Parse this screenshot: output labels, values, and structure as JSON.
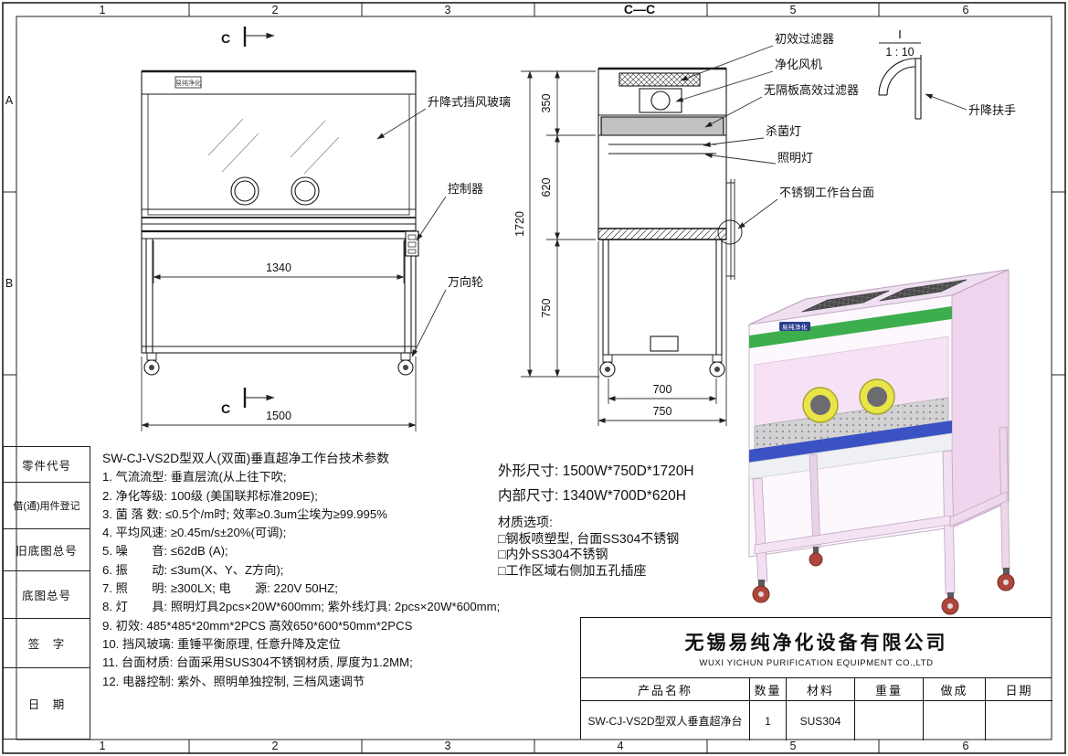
{
  "sheet": {
    "zones_top": [
      "1",
      "2",
      "3",
      "5",
      "6"
    ],
    "zones_bottom": [
      "1",
      "2",
      "3",
      "4",
      "5",
      "6"
    ],
    "zones_left": [
      "A",
      "B"
    ],
    "margin_blocks": [
      "零件代号",
      "借(通)用件登记",
      "旧底图总号",
      "底图总号",
      "签　字",
      "日　期"
    ]
  },
  "views": {
    "front": {
      "section_mark": "C",
      "dim_inner_width": "1340",
      "dim_overall_width": "1500",
      "callout_glass": "升降式挡风玻璃",
      "callout_controller": "控制器",
      "callout_caster": "万向轮",
      "logo": "易纯净化"
    },
    "side": {
      "section_label": "C—C",
      "dim_top": "350",
      "dim_mid": "620",
      "dim_bottom": "750",
      "dim_total": "1720",
      "dim_depth_inner": "700",
      "dim_depth_outer": "750",
      "callout_prefilter": "初效过滤器",
      "callout_fan": "净化风机",
      "callout_hepa": "无隔板高效过滤器",
      "callout_uv": "杀菌灯",
      "callout_light": "照明灯",
      "callout_worktop": "不锈钢工作台台面"
    },
    "detail": {
      "label": "Ⅰ",
      "scale": "1 : 10",
      "callout": "升降扶手"
    },
    "render3d": {
      "logo": "易纯净化"
    }
  },
  "specs": {
    "title": "SW-CJ-VS2D型双人(双面)垂直超净工作台技术参数",
    "lines": [
      "1. 气流流型: 垂直层流(从上往下吹;",
      "2. 净化等级: 100级 (美国联邦标准209E);",
      "3. 菌 落 数: ≤0.5个/m时; 效率≥0.3um尘埃为≥99.995%",
      "4. 平均风速: ≥0.45m/s±20%(可调);",
      "5. 噪　　音: ≤62dB (A);",
      "6. 振　　动: ≤3um(X、Y、Z方向);",
      "7. 照　　明: ≥300LX; 电　　源: 220V 50HZ;",
      "8. 灯　　具: 照明灯具2pcs×20W*600mm; 紫外线灯具: 2pcs×20W*600mm;",
      "9. 初效: 485*485*20mm*2PCS 高效650*600*50mm*2PCS",
      "10. 挡风玻璃: 重锤平衡原理, 任意升降及定位",
      "11. 台面材质: 台面采用SUS304不锈钢材质, 厚度为1.2MM;",
      "12. 电器控制: 紫外、照明单独控制, 三档风速调节"
    ]
  },
  "dimensions_block": {
    "overall": "外形尺寸: 1500W*750D*1720H",
    "internal": "内部尺寸: 1340W*700D*620H"
  },
  "material_options": {
    "title": "材质选项:",
    "options": [
      "□钢板喷塑型, 台面SS304不锈钢",
      "□内外SS304不锈钢",
      "□工作区域右侧加五孔插座"
    ]
  },
  "title_block": {
    "company_cn": "无锡易纯净化设备有限公司",
    "company_en": "WUXI YICHUN PURIFICATION EQUIPMENT CO.,LTD",
    "headers": [
      "产品名称",
      "数量",
      "材料",
      "重量",
      "做成",
      "日期"
    ],
    "row": {
      "product_name": "SW-CJ-VS2D型双人垂直超净台",
      "quantity": "1",
      "material": "SUS304",
      "weight": "",
      "made": "",
      "date": ""
    }
  }
}
